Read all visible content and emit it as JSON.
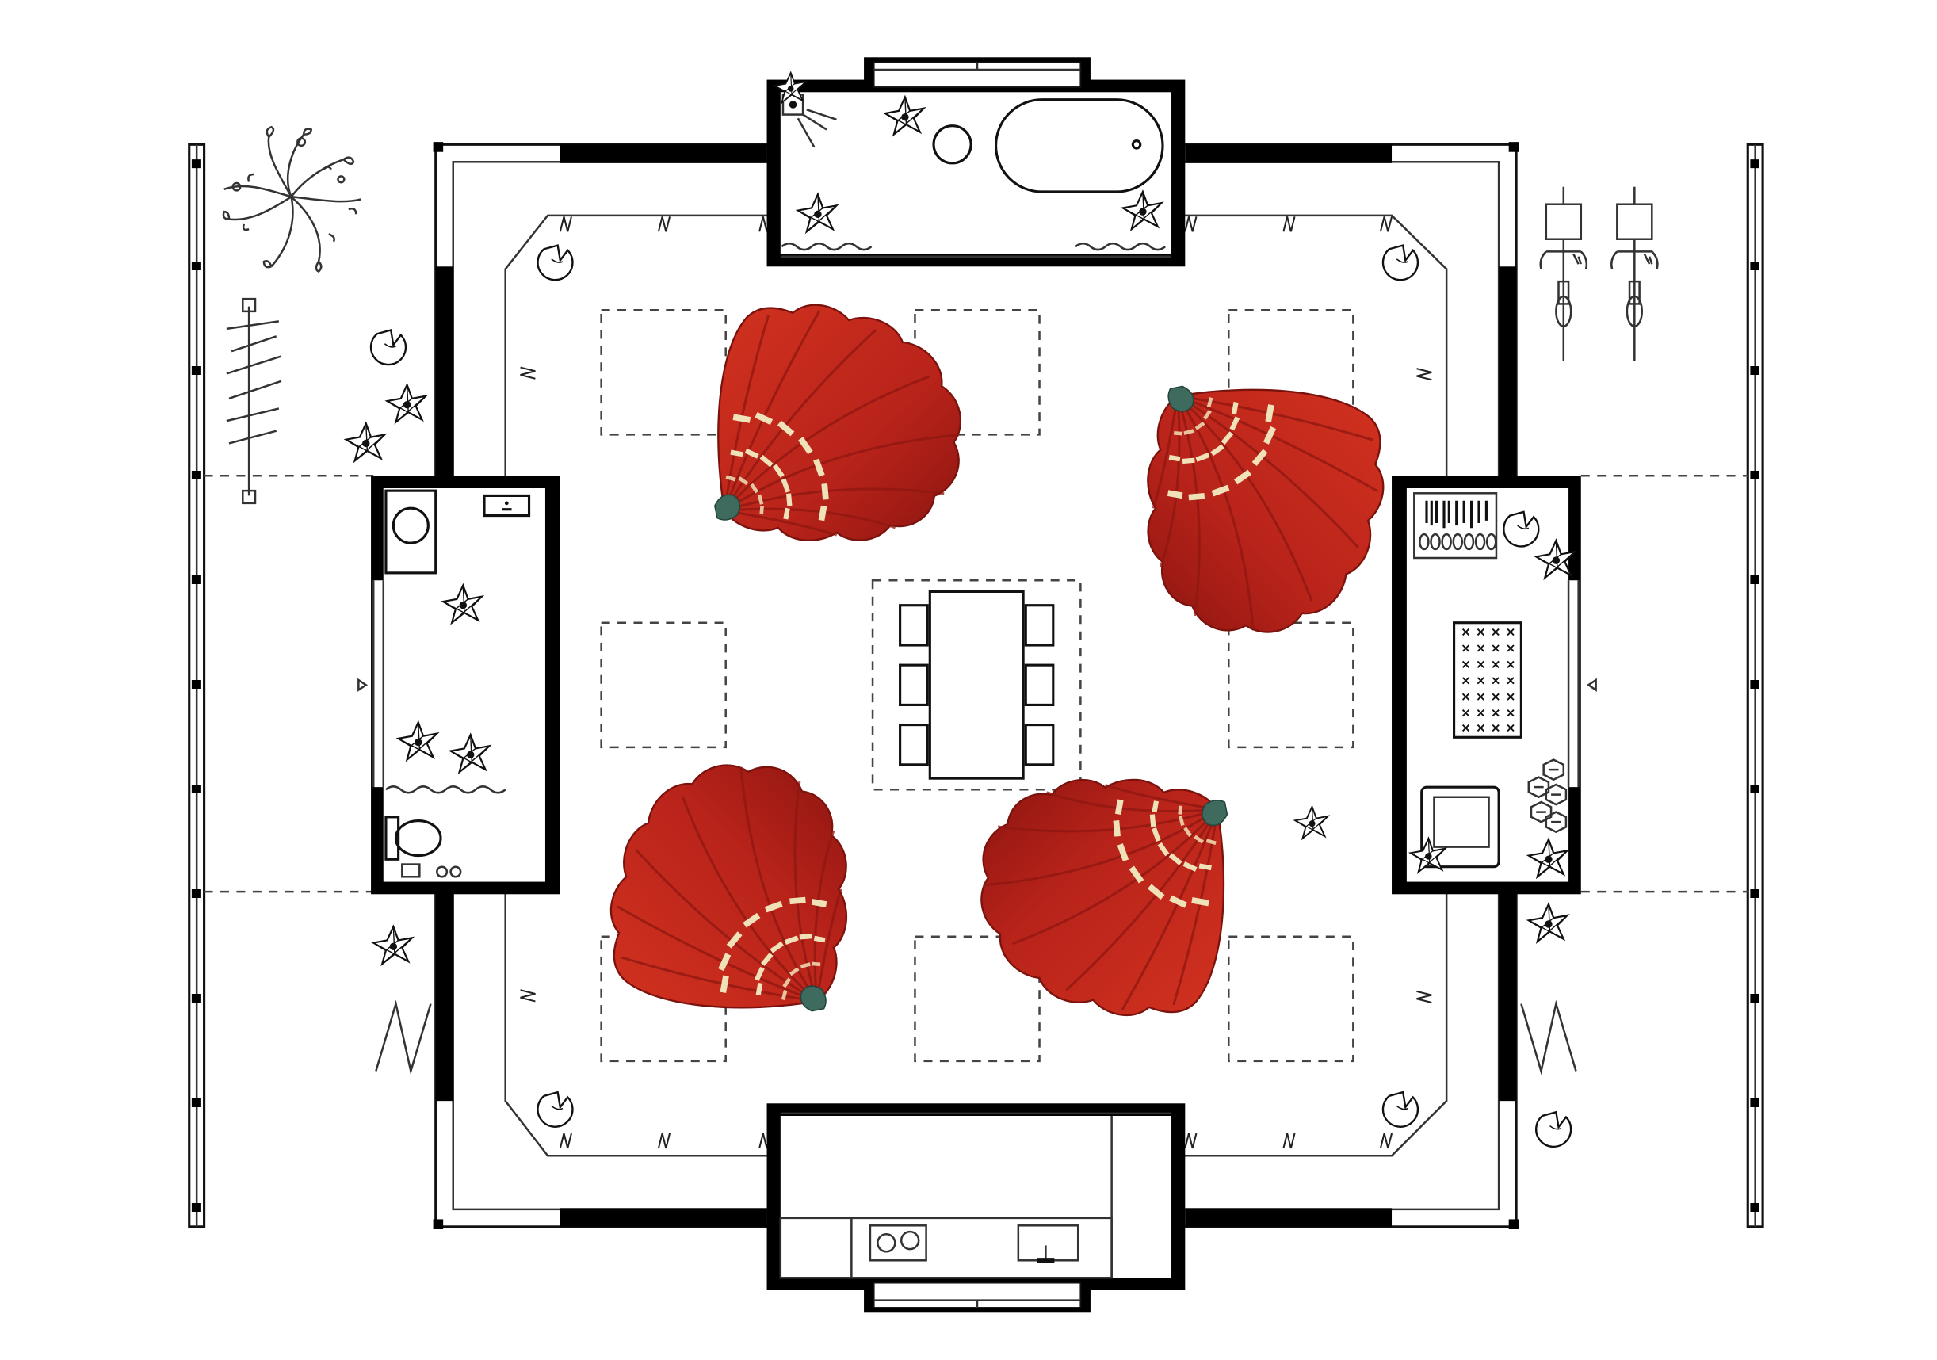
{
  "plan": {
    "rooms": [
      "bathroom",
      "laundry-wc",
      "central-hall",
      "dressing-room",
      "kitchen"
    ],
    "modules": 12,
    "dining_chairs": 6,
    "bicycles": 2,
    "shells": 4,
    "colors": {
      "shell_red": "#c0251b",
      "shell_red_dark": "#8c1510",
      "shell_stripe": "#f0e2b8",
      "shell_tip": "#3f6b5e",
      "ink": "#111111"
    },
    "icons": [
      "bathtub-icon",
      "washbasin-icon",
      "shower-icon",
      "washing-machine-icon",
      "toilet-icon",
      "sink-icon",
      "cooktop-icon",
      "dining-table-icon",
      "armchair-icon",
      "bicycle-icon",
      "tree-icon",
      "plant-icon",
      "shell-rug-icon",
      "wardrobe-icon",
      "shoe-rack-icon"
    ]
  }
}
